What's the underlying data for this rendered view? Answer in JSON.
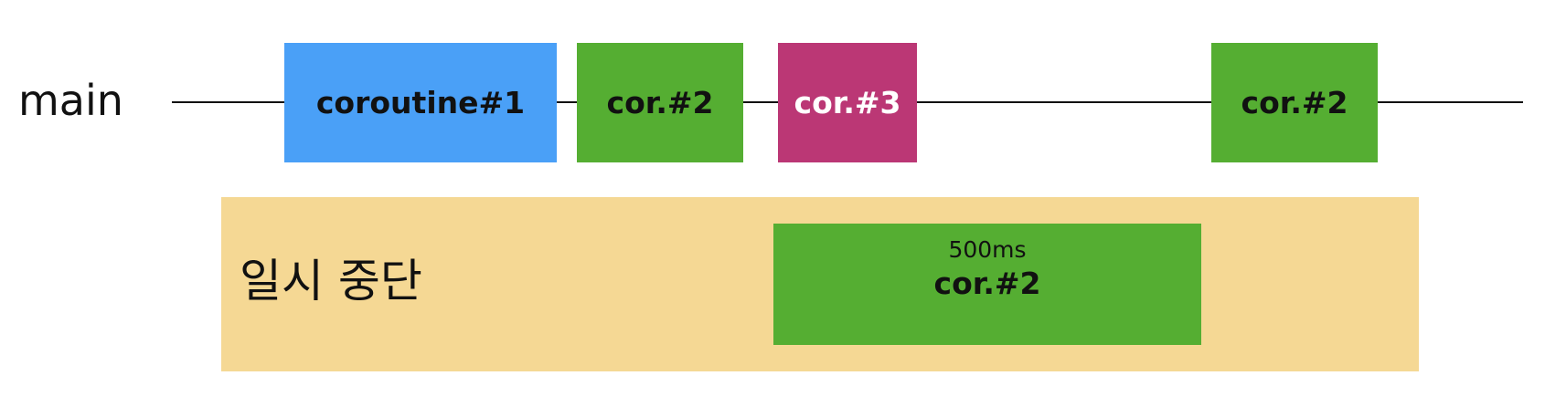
{
  "main_thread": {
    "label": "main",
    "blocks": [
      {
        "label": "coroutine#1",
        "color": "#4aa0f7",
        "text_color": "#111111"
      },
      {
        "label": "cor.#2",
        "color": "#55ae32",
        "text_color": "#111111"
      },
      {
        "label": "cor.#3",
        "color": "#bb3775",
        "text_color": "#ffffff"
      },
      {
        "label": "cor.#2",
        "color": "#55ae32",
        "text_color": "#111111"
      }
    ]
  },
  "suspended": {
    "label": "일시 중단",
    "color": "#f5d894",
    "block": {
      "duration": "500ms",
      "label": "cor.#2",
      "color": "#55ae32"
    }
  }
}
